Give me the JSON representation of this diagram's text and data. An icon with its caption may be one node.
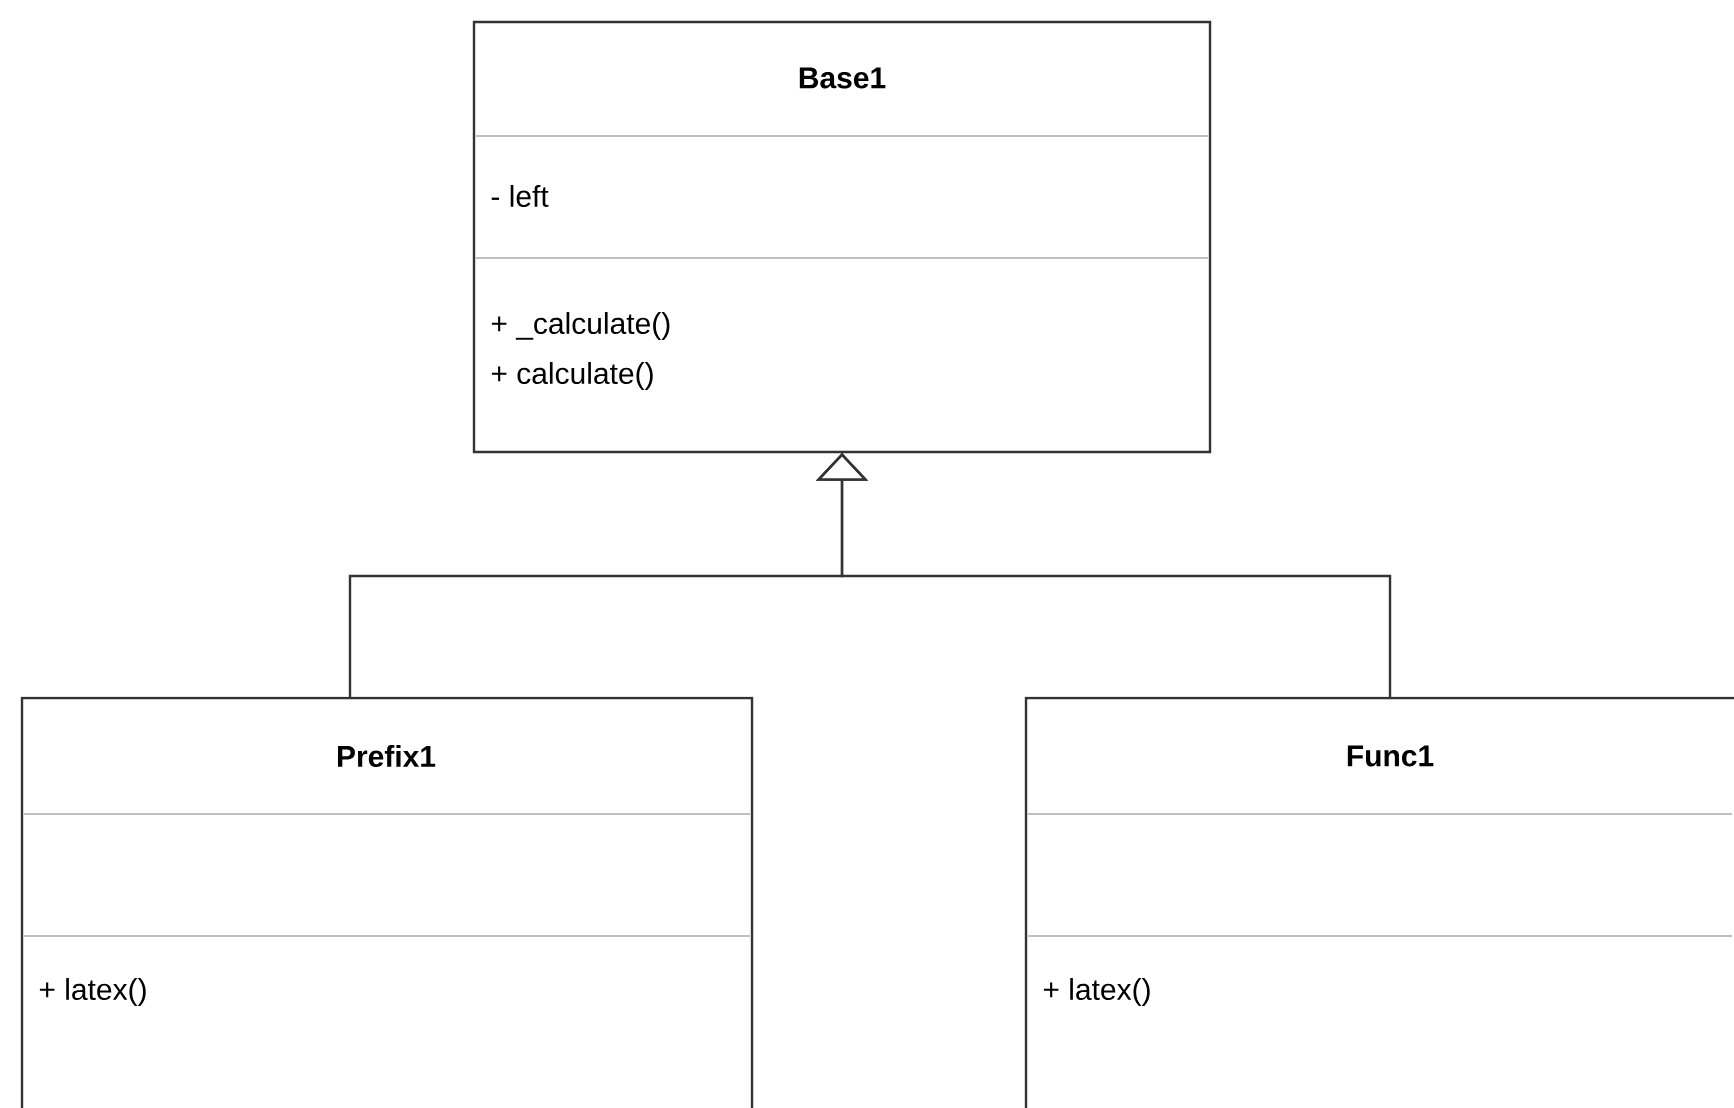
{
  "diagram": {
    "nodes": [
      {
        "text": [
          "Base1",
          "- left",
          "+ _calculate()",
          "+ calculate()"
        ]
      },
      {
        "text": [
          "Prefix1",
          "+ latex()"
        ]
      },
      {
        "text": [
          "Func1",
          "+ latex()"
        ]
      }
    ],
    "edges": [
      {
        "from": 1,
        "to": 0,
        "arrow": "to"
      },
      {
        "from": 2,
        "to": 0,
        "arrow": "to"
      }
    ]
  }
}
